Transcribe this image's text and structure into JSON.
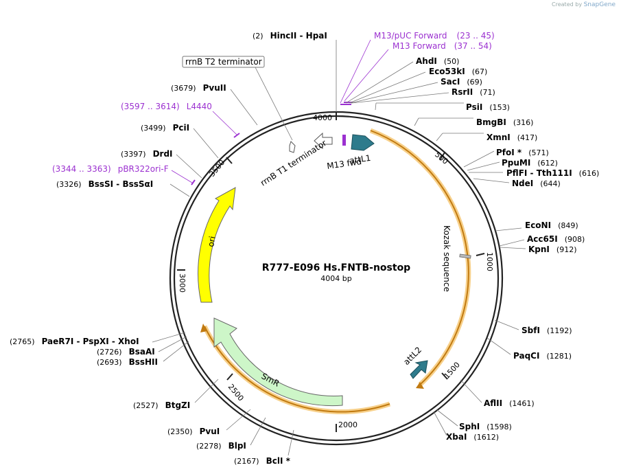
{
  "header": {
    "credit_prefix": "Created by",
    "brand": "SnapGene"
  },
  "map": {
    "name": "R777-E096 Hs.FNTB-nostop",
    "length_label": "4004 bp",
    "ticks": [
      "500",
      "1000",
      "1500",
      "2000",
      "2500",
      "3000",
      "3500",
      "4000"
    ]
  },
  "features": [
    {
      "name": "attL1",
      "label": "attL1"
    },
    {
      "name": "m13-fwd",
      "label": "M13 fwd"
    },
    {
      "name": "rrnb-t1",
      "label": "rrnB T1 terminator"
    },
    {
      "name": "rrnb-t2",
      "label": "rrnB T2 terminator"
    },
    {
      "name": "kozak",
      "label": "Kozak sequence"
    },
    {
      "name": "attL2",
      "label": "attL2"
    },
    {
      "name": "smr",
      "label": "SmR"
    },
    {
      "name": "ori",
      "label": "ori"
    }
  ],
  "primers": [
    {
      "label": "M13/pUC Forward",
      "range": "(23 .. 45)"
    },
    {
      "label": "M13 Forward",
      "range": "(37 .. 54)"
    },
    {
      "label": "L4440",
      "range": "(3597 .. 3614)"
    },
    {
      "label": "pBR322ori-F",
      "range": "(3344 .. 3363)"
    }
  ],
  "sites_right": [
    {
      "enzyme": "AhdI",
      "pos": "(50)"
    },
    {
      "enzyme": "Eco53kI",
      "pos": "(67)"
    },
    {
      "enzyme": "SacI",
      "pos": "(69)"
    },
    {
      "enzyme": "RsrII",
      "pos": "(71)"
    },
    {
      "enzyme": "PsiI",
      "pos": "(153)"
    },
    {
      "enzyme": "BmgBI",
      "pos": "(316)"
    },
    {
      "enzyme": "XmnI",
      "pos": "(417)"
    },
    {
      "enzyme": "PfoI *",
      "pos": "(571)"
    },
    {
      "enzyme": "PpuMI",
      "pos": "(612)"
    },
    {
      "enzyme": "PflFI  -  Tth111I",
      "pos": "(616)"
    },
    {
      "enzyme": "NdeI",
      "pos": "(644)"
    },
    {
      "enzyme": "EcoNI",
      "pos": "(849)"
    },
    {
      "enzyme": "Acc65I",
      "pos": "(908)"
    },
    {
      "enzyme": "KpnI",
      "pos": "(912)"
    },
    {
      "enzyme": "SbfI",
      "pos": "(1192)"
    },
    {
      "enzyme": "PaqCI",
      "pos": "(1281)"
    },
    {
      "enzyme": "AflII",
      "pos": "(1461)"
    },
    {
      "enzyme": "SphI",
      "pos": "(1598)"
    },
    {
      "enzyme": "XbaI",
      "pos": "(1612)"
    }
  ],
  "sites_left": [
    {
      "enzyme": "HincII  -  HpaI",
      "pos": "(2)"
    },
    {
      "enzyme": "PvuII",
      "pos": "(3679)"
    },
    {
      "enzyme": "PciI",
      "pos": "(3499)"
    },
    {
      "enzyme": "DrdI",
      "pos": "(3397)"
    },
    {
      "enzyme": "BssSI  -  BssSαI",
      "pos": "(3326)"
    },
    {
      "enzyme": "PaeR7I  -  PspXI  -  XhoI",
      "pos": "(2765)"
    },
    {
      "enzyme": "BsaAI",
      "pos": "(2726)"
    },
    {
      "enzyme": "BssHII",
      "pos": "(2693)"
    },
    {
      "enzyme": "BtgZI",
      "pos": "(2527)"
    },
    {
      "enzyme": "PvuI",
      "pos": "(2350)"
    },
    {
      "enzyme": "BlpI",
      "pos": "(2278)"
    },
    {
      "enzyme": "BclI *",
      "pos": "(2167)"
    }
  ]
}
